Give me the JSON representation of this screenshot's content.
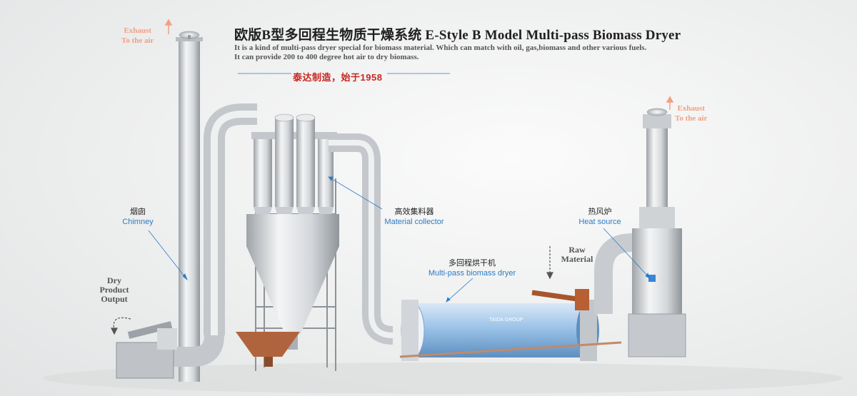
{
  "header": {
    "title": "欧版B型多回程生物质干燥系统  E-Style B Model Multi-pass Biomass Dryer",
    "desc_line1": "It is a kind of multi-pass dryer special for biomass material. Which can match with oil, gas,biomass and other various fuels.",
    "desc_line2": "It can provide 200 to 400 degree hot air to dry biomass.",
    "slogan": "泰达制造，始于1958"
  },
  "labels": {
    "exhaust_left": {
      "line1": "Exhaust",
      "line2": "To the air"
    },
    "exhaust_right": {
      "line1": "Exhaust",
      "line2": "To the air"
    },
    "chimney": {
      "zh": "烟囱",
      "en": "Chimney"
    },
    "collector": {
      "zh": "高效集料器",
      "en": "Material collector"
    },
    "heat": {
      "zh": "热风炉",
      "en": "Heat source"
    },
    "dryer": {
      "zh": "多回程烘干机",
      "en": "Multi-pass biomass dryer"
    },
    "raw": {
      "line1": "Raw",
      "line2": "Material"
    },
    "dry": {
      "line1": "Dry",
      "line2": "Product",
      "line3": "Output"
    }
  },
  "colors": {
    "accent_blue": "#2a7cc7",
    "accent_red": "#c8261f",
    "exhaust_orange": "#f2a080",
    "drum_blue": "#7fb1e0",
    "steel": "#c7cbcf"
  }
}
